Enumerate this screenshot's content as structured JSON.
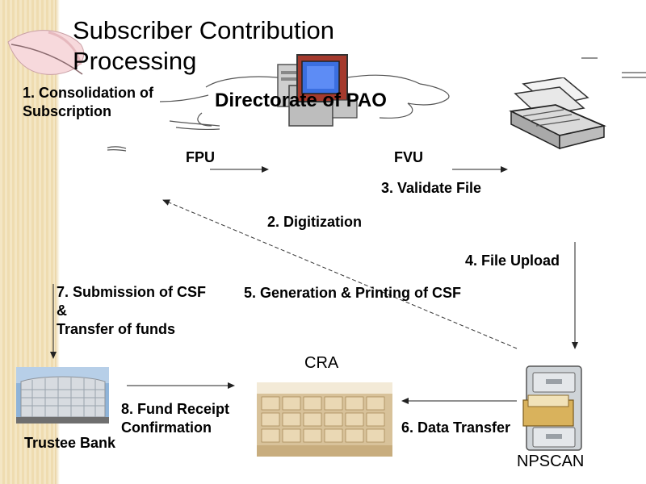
{
  "slide": {
    "title": "Subscriber Contribution Processing",
    "cloud_label": "Directorate of PAO"
  },
  "steps": {
    "s1": "1. Consolidation of Subscription",
    "s2": "2. Digitization",
    "s3": "3. Validate File",
    "s4": "4. File Upload",
    "s5": "5. Generation & Printing of CSF",
    "s6": "6. Data Transfer",
    "s7_line1": "7. Submission of CSF",
    "s7_line2": "&",
    "s7_line3": "Transfer of funds",
    "s8": "8. Fund Receipt Confirmation"
  },
  "nodes": {
    "fpu": "FPU",
    "fvu": "FVU",
    "cra": "CRA",
    "npscan": "NPSCAN",
    "trustee_bank": "Trustee Bank"
  }
}
